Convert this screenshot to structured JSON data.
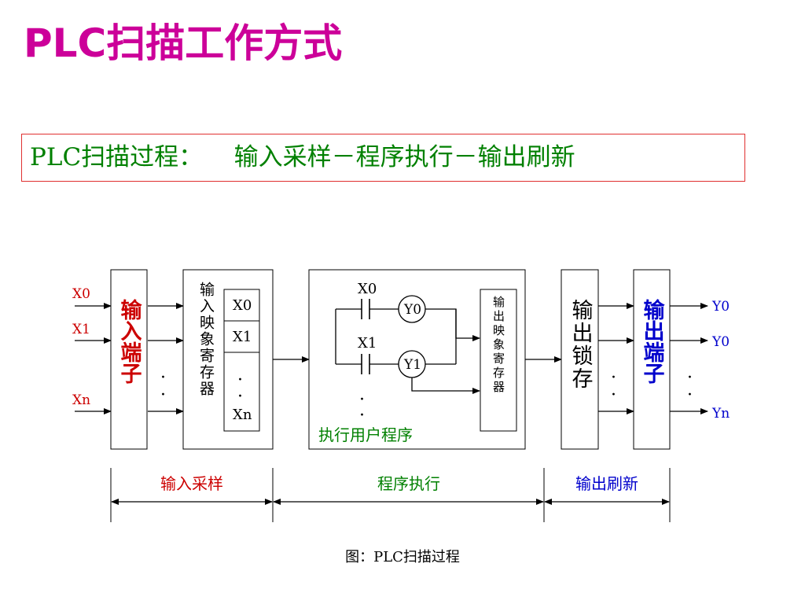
{
  "title": "PLC扫描工作方式",
  "subtitle": "PLC扫描过程：    输入采样－程序执行－输出刷新",
  "diagram": {
    "input_signals": [
      "X0",
      "X1",
      "Xn"
    ],
    "input_terminal": "输入端子",
    "input_image_register": {
      "label": "输入映象寄存器",
      "cells": [
        "X0",
        "X1",
        "Xn"
      ]
    },
    "user_program": {
      "label": "执行用户程序",
      "contacts": [
        "X0",
        "X1"
      ],
      "coils": [
        "Y0",
        "Y1"
      ],
      "output_image_register": "输出映象寄存器"
    },
    "output_latch": "输出锁存",
    "output_terminal": "输出端子",
    "output_signals": [
      "Y0",
      "Y0",
      "Yn"
    ],
    "phases": [
      "输入采样",
      "程序执行",
      "输出刷新"
    ],
    "ellipsis": "·"
  },
  "caption": "图：PLC扫描过程",
  "colors": {
    "title": "#cc0099",
    "subtitle": "#008000",
    "input": "#cc0000",
    "output": "#0000cc",
    "program_label": "#008000",
    "border": "#e03030"
  }
}
